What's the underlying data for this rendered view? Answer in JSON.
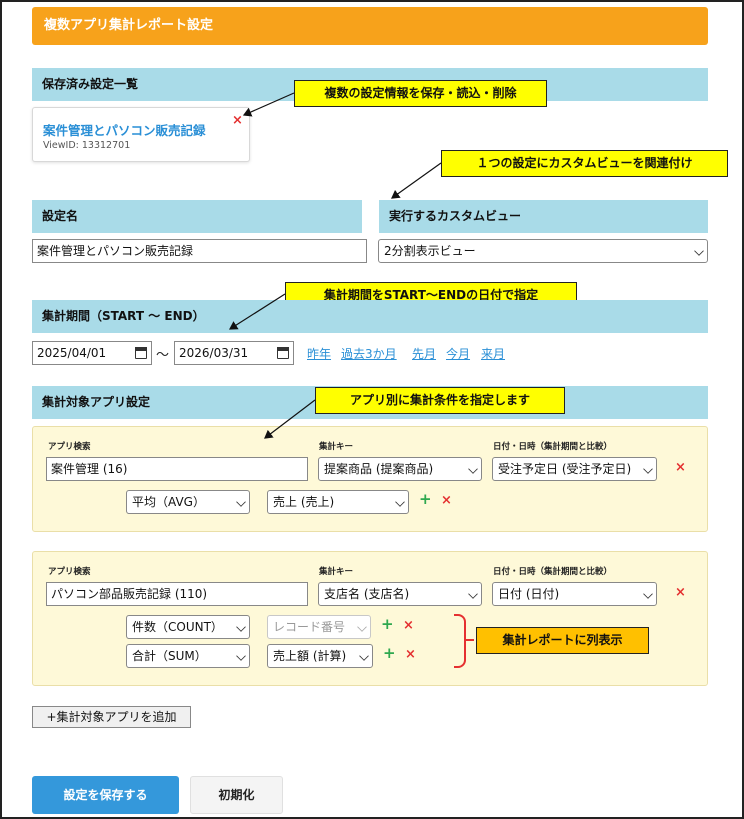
{
  "page": {
    "title": "複数アプリ集計レポート設定"
  },
  "saved_settings": {
    "header": "保存済み設定一覧",
    "items": [
      {
        "name": "案件管理とパソコン販売記録",
        "view_id": "ViewID: 13312701",
        "delete": "×"
      }
    ]
  },
  "settings_name": {
    "header": "設定名",
    "value": "案件管理とパソコン販売記録"
  },
  "custom_view": {
    "header": "実行するカスタムビュー",
    "selected": "2分割表示ビュー"
  },
  "period": {
    "header": "集計期間（START 〜 END）",
    "start": "2025/04/01",
    "separator": "〜",
    "end": "2026/03/31",
    "quick_links": [
      "昨年",
      "過去3か月",
      "先月",
      "今月",
      "来月"
    ]
  },
  "target_apps": {
    "header": "集計対象アプリ設定",
    "labels": {
      "app_search": "アプリ検索",
      "agg_key": "集計キー",
      "date": "日付・日時（集計期間と比較）"
    },
    "apps": [
      {
        "app": "案件管理 (16)",
        "key": "提案商品 (提案商品)",
        "date_field": "受注予定日 (受注予定日)",
        "remove": "×",
        "aggregations": [
          {
            "func": "平均（AVG）",
            "field": "売上 (売上)",
            "disabled": false,
            "add": "+",
            "remove": "×"
          }
        ]
      },
      {
        "app": "パソコン部品販売記録 (110)",
        "key": "支店名 (支店名)",
        "date_field": "日付 (日付)",
        "remove": "×",
        "aggregations": [
          {
            "func": "件数（COUNT）",
            "field": "レコード番号",
            "disabled": true,
            "add": "+",
            "remove": "×"
          },
          {
            "func": "合計（SUM）",
            "field": "売上額 (計算)",
            "disabled": false,
            "add": "+",
            "remove": "×"
          }
        ]
      }
    ],
    "add_button": "+集計対象アプリを追加"
  },
  "actions": {
    "save": "設定を保存する",
    "reset": "初期化"
  },
  "callouts": {
    "save_load_delete": "複数の設定情報を保存・読込・削除",
    "link_view": "１つの設定にカスタムビューを関連付け",
    "period": "集計期間をSTART〜ENDの日付で指定",
    "per_app": "アプリ別に集計条件を指定します",
    "columns": "集計レポートに列表示"
  },
  "colors": {
    "title_bar": "#f7a21b",
    "section_header": "#a9dbe8",
    "panel_bg": "#fef9d8",
    "link": "#2a8fd6",
    "callout_yellow": "#ffff00",
    "callout_orange": "#ffc000",
    "primary_button": "#3498db",
    "delete_red": "#e43030",
    "add_green": "#2fa84f"
  }
}
